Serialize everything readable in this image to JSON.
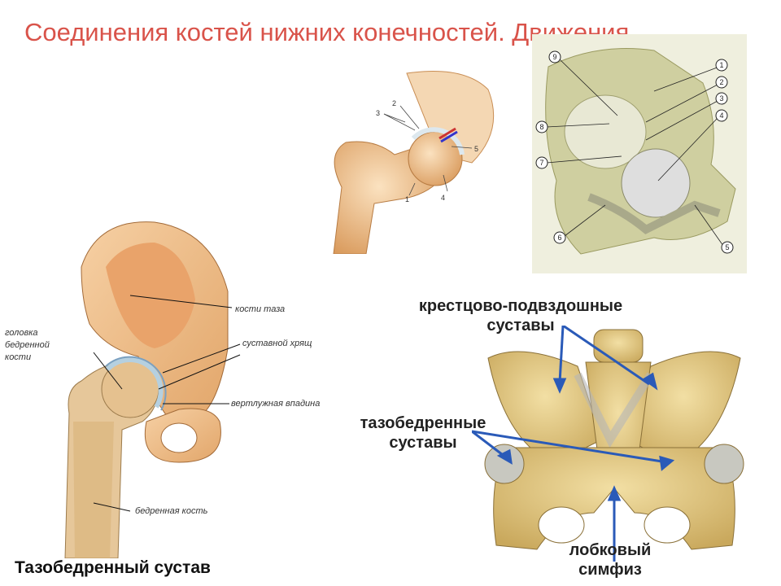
{
  "title": "Соединения костей нижних конечностей. Движения",
  "fig1": {
    "labels": [
      "1",
      "2",
      "3",
      "4",
      "5"
    ]
  },
  "fig2": {
    "labels": [
      "1",
      "2",
      "3",
      "4",
      "5",
      "6",
      "7",
      "8",
      "9"
    ]
  },
  "fig3": {
    "label_femur_head": "головка бедренной кости",
    "label_pelvis": "кости таза",
    "label_cartilage": "суставной хрящ",
    "label_acetabulum": "вертлужная впадина",
    "label_femur": "бедренная кость",
    "caption": "Тазобедренный сустав"
  },
  "fig4": {
    "label_sacroiliac": "крестцово-подвздошные суставы",
    "label_hip": "тазобедренные суставы",
    "label_symphysis": "лобковый симфиз"
  },
  "colors": {
    "title": "#d9534a",
    "bone": "#f0c89a",
    "bone_dark": "#d99a5c",
    "cartilage": "#c8dde8",
    "arrow": "#2a5ab8"
  }
}
